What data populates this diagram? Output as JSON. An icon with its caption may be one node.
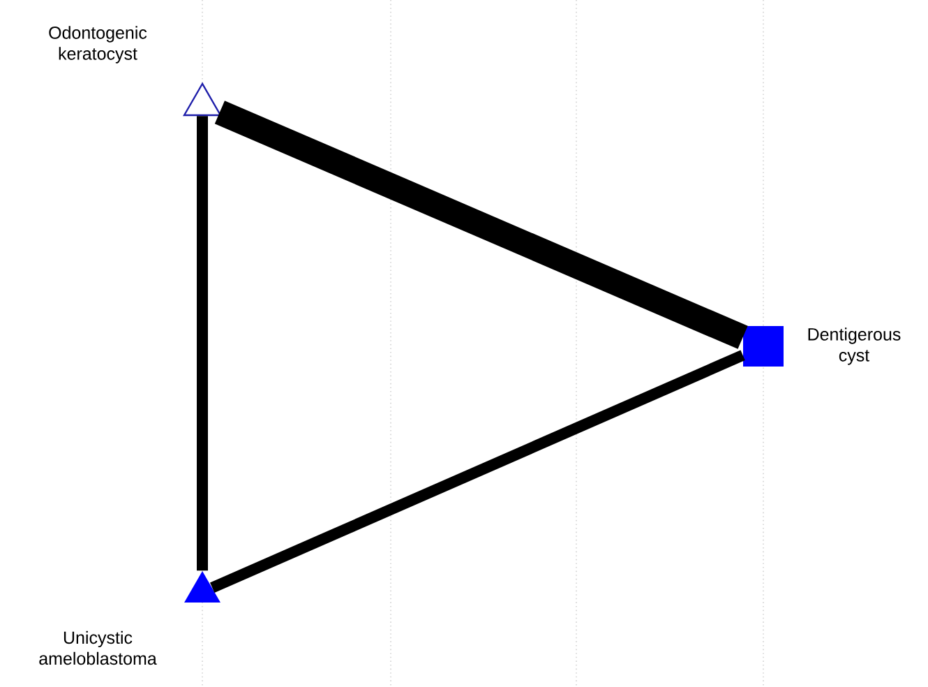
{
  "diagram": {
    "nodes": [
      {
        "text": [],
        "shape": "triangle",
        "beside": [
          "Odontogenic keratocyst"
        ]
      },
      {
        "text": [],
        "shape": "box",
        "beside": [
          "Dentigerous cyst"
        ]
      },
      {
        "text": [],
        "shape": "triangle",
        "beside": [
          "Unicystic ameloblastoma"
        ]
      }
    ],
    "edges": [
      {
        "from": 0,
        "to": 1,
        "arrow": "none",
        "style": "thick"
      },
      {
        "from": 0,
        "to": 2,
        "arrow": "none"
      },
      {
        "from": 1,
        "to": 2,
        "arrow": "none"
      }
    ]
  }
}
